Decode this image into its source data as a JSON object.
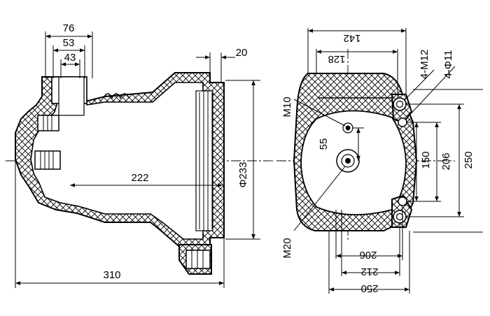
{
  "side_view": {
    "dim_76": "76",
    "dim_53": "53",
    "dim_43": "43",
    "dim_20": "20",
    "dim_222": "222",
    "dim_310": "310",
    "dim_phi233": "Φ233"
  },
  "front_view": {
    "dim_142": "142",
    "dim_128": "128",
    "dim_m10": "M10",
    "dim_55": "55",
    "dim_m20": "M20",
    "dim_4m12": "4-M12",
    "dim_4phi11": "4-Φ11",
    "dim_150": "150",
    "dim_206v": "206",
    "dim_250v": "250",
    "dim_206h": "206",
    "dim_212": "212",
    "dim_250h": "250"
  }
}
